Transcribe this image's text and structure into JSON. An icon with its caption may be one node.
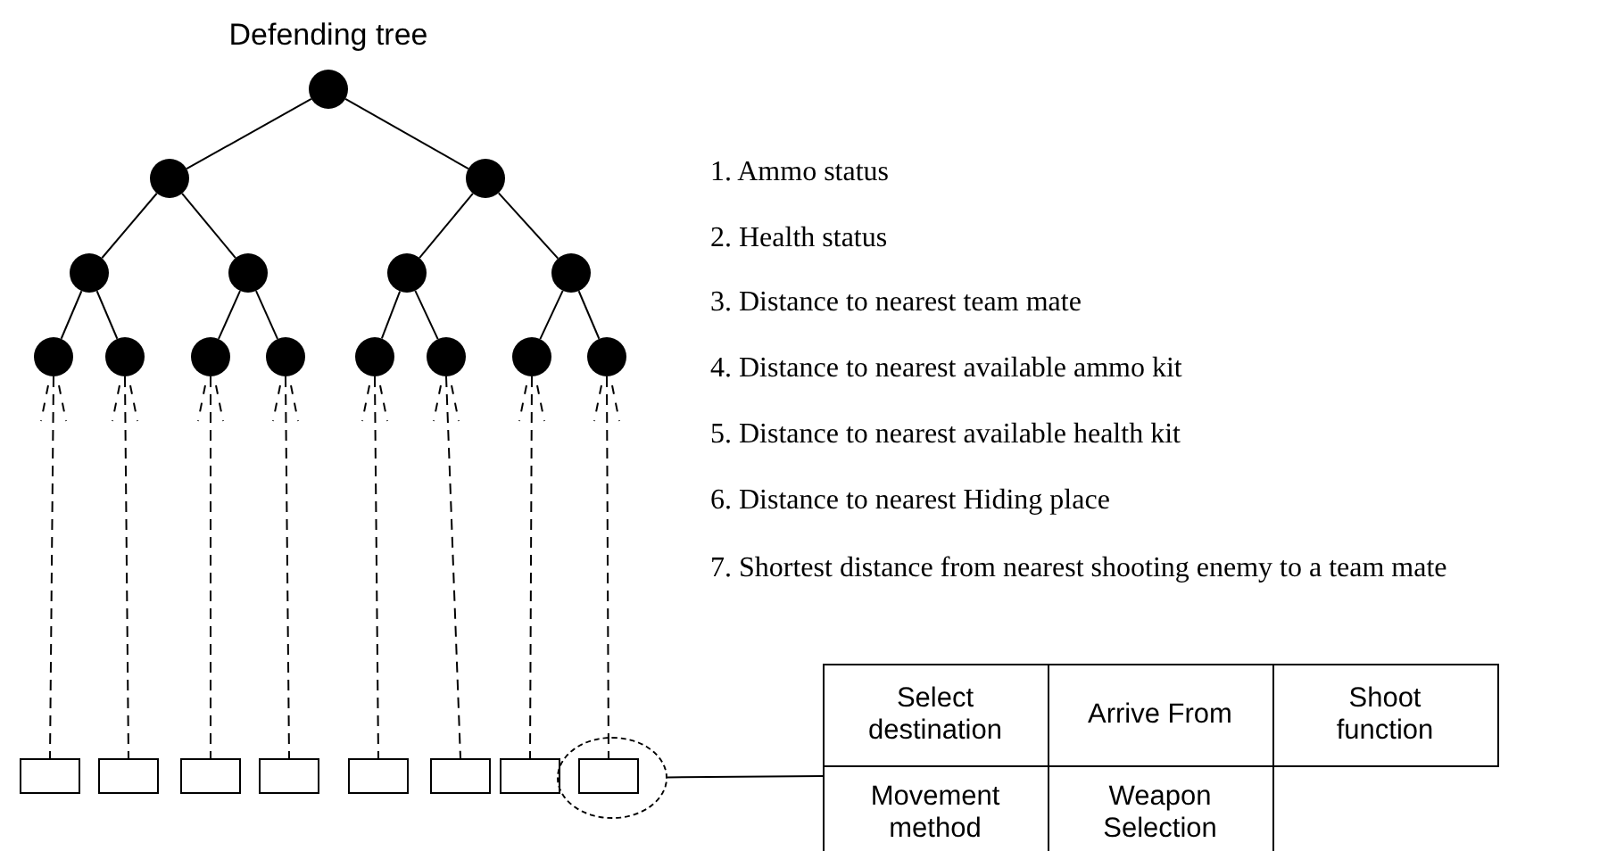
{
  "diagram": {
    "title": "Defending tree",
    "nodes": [
      {
        "text": [],
        "shape": "circle"
      },
      {
        "text": [],
        "shape": "circle"
      },
      {
        "text": [],
        "shape": "circle"
      },
      {
        "text": [],
        "shape": "circle"
      },
      {
        "text": [],
        "shape": "circle"
      },
      {
        "text": [],
        "shape": "circle"
      },
      {
        "text": [],
        "shape": "circle"
      },
      {
        "text": [],
        "shape": "circle"
      },
      {
        "text": [],
        "shape": "circle"
      },
      {
        "text": [],
        "shape": "circle"
      },
      {
        "text": [],
        "shape": "circle"
      },
      {
        "text": [],
        "shape": "circle"
      },
      {
        "text": [],
        "shape": "circle"
      },
      {
        "text": [],
        "shape": "circle"
      },
      {
        "text": [],
        "shape": "circle"
      },
      {
        "text": [],
        "shape": "box"
      },
      {
        "text": [],
        "shape": "box"
      },
      {
        "text": [],
        "shape": "box"
      },
      {
        "text": [],
        "shape": "box"
      },
      {
        "text": [],
        "shape": "box"
      },
      {
        "text": [],
        "shape": "box"
      },
      {
        "text": [],
        "shape": "box"
      },
      {
        "text": [],
        "shape": "ellipse"
      },
      {
        "text": [],
        "shape": "box",
        "in": 22
      },
      {
        "text": [
          "Select destination",
          "Arrive From",
          "Shoot function",
          "Movement method",
          "Weapon Selection"
        ]
      }
    ],
    "edges": [
      {
        "from": 0,
        "to": 1,
        "arrow": "none"
      },
      {
        "from": 0,
        "to": 2,
        "arrow": "none"
      },
      {
        "from": 1,
        "to": 3,
        "arrow": "none"
      },
      {
        "from": 1,
        "to": 4,
        "arrow": "none"
      },
      {
        "from": 2,
        "to": 5,
        "arrow": "none"
      },
      {
        "from": 2,
        "to": 6,
        "arrow": "none"
      },
      {
        "from": 3,
        "to": 7,
        "arrow": "none"
      },
      {
        "from": 3,
        "to": 8,
        "arrow": "none"
      },
      {
        "from": 4,
        "to": 9,
        "arrow": "none"
      },
      {
        "from": 4,
        "to": 10,
        "arrow": "none"
      },
      {
        "from": 5,
        "to": 11,
        "arrow": "none"
      },
      {
        "from": 5,
        "to": 12,
        "arrow": "none"
      },
      {
        "from": 6,
        "to": 13,
        "arrow": "none"
      },
      {
        "from": 6,
        "to": 14,
        "arrow": "none"
      },
      {
        "from": 7,
        "to": 15,
        "arrow": "none",
        "style": "dashed"
      },
      {
        "from": 8,
        "to": 16,
        "arrow": "none",
        "style": "dashed"
      },
      {
        "from": 9,
        "to": 17,
        "arrow": "none",
        "style": "dashed"
      },
      {
        "from": 10,
        "to": 18,
        "arrow": "none",
        "style": "dashed"
      },
      {
        "from": 11,
        "to": 19,
        "arrow": "none",
        "style": "dashed"
      },
      {
        "from": 12,
        "to": 20,
        "arrow": "none",
        "style": "dashed"
      },
      {
        "from": 13,
        "to": 21,
        "arrow": "none",
        "style": "dashed"
      },
      {
        "from": 14,
        "to": 23,
        "arrow": "none",
        "style": "dashed"
      },
      {
        "from": 22,
        "to": 24,
        "arrow": "none"
      }
    ],
    "labels": [
      "1. Ammo status",
      "2. Health status",
      "3. Distance to nearest team mate",
      "4. Distance to nearest available ammo kit",
      "5. Distance to nearest available health kit",
      "6. Distance to nearest Hiding place",
      "7. Shortest distance from nearest shooting enemy to a team mate"
    ]
  }
}
